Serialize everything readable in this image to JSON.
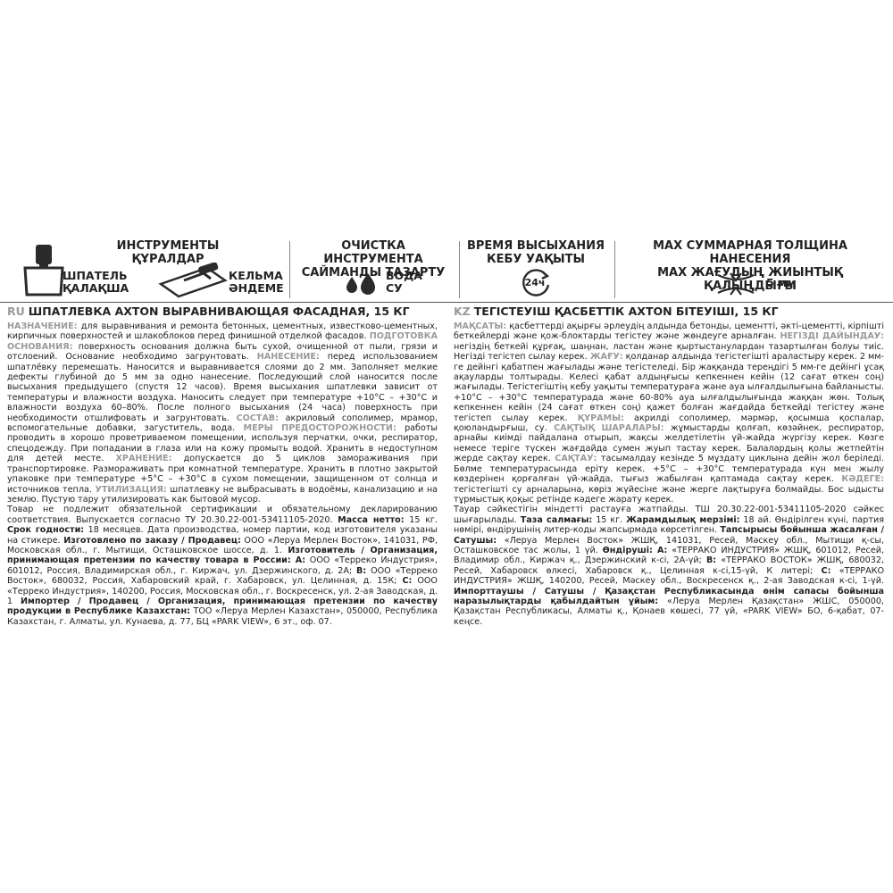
{
  "icons": {
    "tools": {
      "title_ru": "ИНСТРУМЕНТЫ",
      "title_kz": "ҚҰРАЛДАР",
      "spatula_ru": "ШПАТЕЛЬ",
      "spatula_kz": "ҚАЛАҚША",
      "trowel_ru": "КЕЛЬМА",
      "trowel_kz": "ӘНДЕМЕ"
    },
    "cleaning": {
      "title_ru": "Очистка инструмента",
      "title_kz": "САЙМАНДЫ ТАЗАРТУ",
      "water_ru": "ВОДА",
      "water_kz": "СУ"
    },
    "drying": {
      "title_ru": "ВРЕМЯ ВЫСЫХАНИЯ",
      "title_kz": "КЕБУ УАҚЫТЫ",
      "badge": "24ч"
    },
    "thickness": {
      "title_ru": "MAX СУММАРНАЯ ТОЛЩИНА НАНЕСЕНИЯ",
      "title_kz": "MAX ЖАҒУДЫҢ ЖИЫНТЫҚ ҚАЛЫҢДЫҒЫ",
      "value": "5 мм"
    }
  },
  "ru": {
    "code": "RU",
    "product": "ШПАТЛЕВКА AXTON ВЫРАВНИВАЮЩАЯ ФАСАДНАЯ, 15 КГ",
    "p1_k1": "НАЗНАЧЕНИЕ:",
    "p1_t1": " для выравнивания и ремонта бетонных, цементных, известково-цементных, кирпичных поверхностей и шлакоблоков перед финишной отделкой фасадов. ",
    "p1_k2": "ПОДГОТОВКА ОСНОВАНИЯ:",
    "p1_t2": " поверхность основания должна быть сухой, очищенной от пыли, грязи и отслоений. Основание необходимо загрунтовать. ",
    "p1_k3": "НАНЕСЕНИЕ:",
    "p1_t3": " перед использованием шпатлёвку перемешать. Наносится и выравнивается слоями до 2 мм. Заполняет мелкие дефекты глубиной до 5 мм за одно нанесение. Последующий слой наносится после высыхания предыдущего (спустя 12 часов). Время высыхания шпатлевки зависит от температуры и влажности воздуха. Наносить следует при температуре +10°С – +30°С и влажности воздуха 60–80%. После полного высыхания (24 часа) поверхность при необходимости отшлифовать и загрунтовать. ",
    "p1_k4": "СОСТАВ:",
    "p1_t4": " акриловый сополимер, мрамор, вспомогательные добавки, загуститель, вода. ",
    "p1_k5": "МЕРЫ ПРЕДОСТОРОЖНОСТИ:",
    "p1_t5": " работы проводить в хорошо проветриваемом помещении, используя перчатки, очки, респиратор, спецодежду. При попадании в глаза или на кожу промыть водой. Хранить в недоступном для детей месте. ",
    "p1_k6": "ХРАНЕНИЕ:",
    "p1_t6": " допускается до 5 циклов замораживания при транспортировке. Размораживать при комнатной температуре. Хранить в плотно закрытой упаковке при температуре +5°С – +30°С в сухом помещении, защищенном от солнца и источников тепла. ",
    "p1_k7": "УТИЛИЗАЦИЯ:",
    "p1_t7": " шпатлевку не выбрасывать в водоёмы, канализацию и на землю. Пустую тару утилизировать как бытовой мусор.",
    "p2_t1": "Товар не подлежит обязательной сертификации и обязательному декларированию соответствия. Выпускается согласно ТУ 20.30.22-001-53411105-2020. ",
    "p2_b1": "Масса нетто:",
    "p2_t2": " 15 кг. ",
    "p2_b2": "Срок годности:",
    "p2_t3": " 18 месяцев. Дата производства, номер партии, код изготовителя указаны на стикере. ",
    "p2_b3": "Изготовлено по заказу / Продавец:",
    "p2_t4": " ООО «Леруа Мерлен Восток», 141031, РФ, Московская обл., г. Мытищи, Осташковское шоссе, д. 1. ",
    "p2_b4": "Изготовитель / Организация, принимающая претензии по качеству товара в России: А:",
    "p2_t5": " ООО «Терреко Индустрия», 601012, Россия, Владимирская обл., г. Киржач, ул. Дзержинского, д. 2А; ",
    "p2_b5": "В:",
    "p2_t6": " ООО «Терреко Восток», 680032, Россия, Хабаровский край, г. Хабаровск, ул. Целинная, д. 15К; ",
    "p2_b6": "С:",
    "p2_t7": " ООО «Терреко Индустрия», 140200, Россия, Московская обл., г. Воскресенск, ул. 2-ая Заводская, д. 1 ",
    "p2_b7": "Импортер / Продавец / Организация, принимающая претензии по качеству продукции в Республике Казахстан:",
    "p2_t8": " ТОО «Леруа Мерлен Казахстан», 050000, Республика Казахстан, г. Алматы, ул. Кунаева, д. 77, БЦ «PARK VIEW», 6 эт., оф. 07."
  },
  "kz": {
    "code": "KZ",
    "product": "ТЕГІСТЕУІШ ҚАСБЕТТІК AXTON БІТЕУІШІ, 15 КГ",
    "p1_k1": "МАҚСАТЫ:",
    "p1_t1": " қасбеттерді ақырғы әрлеудің алдында бетонды, цементті, әкті-цементті, кірпішті беткейлерді және қож-блоктарды тегістеу және жөндеуге арналған. ",
    "p1_k2": "НЕГІЗДІ ДАЙЫНДАУ:",
    "p1_t2": " негіздің беткейі құрғақ, шаңнан, ластан және қыртыстанулардан тазартылған болуы тиіс. Негізді тегістеп сылау керек. ",
    "p1_k3": "ЖАҒУ:",
    "p1_t3": " қолданар алдында тегістегішті араластыру керек. 2 мм-ге дейінгі қабатпен жағылады және тегістеледі. Бір жаққанда тереңдігі 5 мм-ге дейінгі ұсақ ақауларды толтырады. Келесі қабат алдыңғысы кепкеннен кейін (12 сағат өткен соң) жағылады. Тегістегіштің кебу уақыты температураға және ауа ылғалдылығына байланысты. +10°С – +30°С температурада және 60-80% ауа ылғалдылығында жаққан жөн. Толық кепкеннен кейін (24 сағат өткен соң) қажет болған жағдайда беткейді тегістеу және тегістеп сылау керек. ",
    "p1_k4": "ҚҰРАМЫ:",
    "p1_t4": " акрилді сополимер, мәрмәр, қосымша қоспалар, қоюландырғыш, су. ",
    "p1_k5": "САҚТЫҚ ШАРАЛАРЫ:",
    "p1_t5": " жұмыстарды қолғап, көзәйнек, респиратор, арнайы киімді пайдалана отырып, жақсы желдетілетін үй-жайда жүргізу керек. Көзге немесе теріге түскен жағдайда сумен жуып тастау керек. Балалардың қолы жетпейтін жерде сақтау керек. ",
    "p1_k6": "САҚТАУ:",
    "p1_t6": " тасымалдау кезінде 5 мұздату циклына дейін жол беріледі. Бөлме температурасында еріту керек. +5°С – +30°С температурада күн мен жылу көздерінен қорғалған үй-жайда, тығыз жабылған қаптамада сақтау керек. ",
    "p1_k7": "КӘДЕГЕ:",
    "p1_t7": " тегістегішті су арналарына, көріз жүйесіне және жерге лақтыруға болмайды. Бос ыдысты тұрмыстық қоқыс ретінде кәдеге жарату керек.",
    "p2_t1": "Тауар сәйкестігін міндетті растауға жатпайды. ТШ 20.30.22-001-53411105-2020 сәйкес шығарылады. ",
    "p2_b1": "Таза салмағы:",
    "p2_t2": " 15 кг. ",
    "p2_b2": "Жарамдылық мерзімі:",
    "p2_t3": " 18 ай. Өндірілген күні, партия нөмірі, өндірушінің литер-коды жапсырмада көрсетілген. ",
    "p2_b3": "Тапсырысы бойынша жасалған / Сатушы:",
    "p2_t4": " «Леруа Мерлен Восток» ЖШҚ, 141031, Ресей, Мәскеу обл., Мытищи қ-сы, Осташковское тас жолы, 1 үй. ",
    "p2_b4": "Өндіруші: А:",
    "p2_t5": " «ТЕРРАКО ИНДУСТРИЯ» ЖШҚ, 601012, Ресей, Владимир обл., Киржач қ., Дзержинский к-сі, 2А-үй; ",
    "p2_b5": "В:",
    "p2_t6": " «ТЕРРАКО ВОСТОК» ЖШҚ, 680032, Ресей, Хабаровск өлкесі, Хабаровск қ., Целинная к-сі,15-үй, К литері; ",
    "p2_b6": "С:",
    "p2_t7": " «ТЕРРАКО ИНДУСТРИЯ» ЖШҚ, 140200, Ресей, Мәскеу обл., Воскресенск қ., 2-ая Заводская к-сі, 1-үй. ",
    "p2_b7": "Импорттаушы / Сатушы / Қазақстан Республикасында өнім сапасы бойынша наразылықтарды қабылдайтын ұйым:",
    "p2_t8": " «Леруа Мерлен Қазақстан» ЖШС, 050000, Қазақстан Республикасы, Алматы қ., Қонаев көшесі, 77 үй, «PARK VIEW» БО, 6-қабат, 07-кеңсе."
  }
}
